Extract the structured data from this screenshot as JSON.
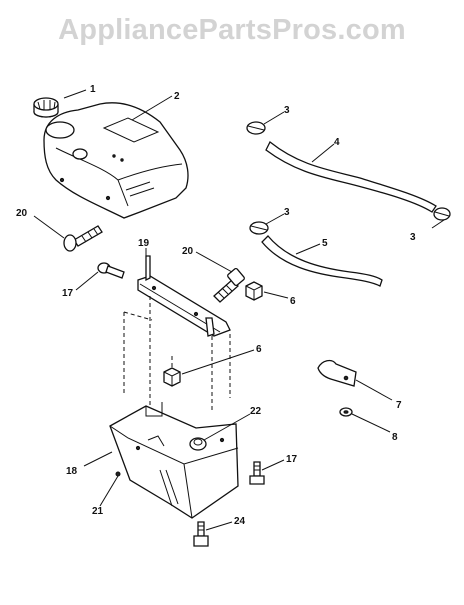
{
  "watermark": "AppliancePartsPros.com",
  "callouts": [
    {
      "id": "c1",
      "label": "1"
    },
    {
      "id": "c2",
      "label": "2"
    },
    {
      "id": "c3a",
      "label": "3"
    },
    {
      "id": "c4",
      "label": "4"
    },
    {
      "id": "c20a",
      "label": "20"
    },
    {
      "id": "c3b",
      "label": "3"
    },
    {
      "id": "c5",
      "label": "5"
    },
    {
      "id": "c3c",
      "label": "3"
    },
    {
      "id": "c19",
      "label": "19"
    },
    {
      "id": "c20b",
      "label": "20"
    },
    {
      "id": "c17a",
      "label": "17"
    },
    {
      "id": "c6a",
      "label": "6"
    },
    {
      "id": "c6b",
      "label": "6"
    },
    {
      "id": "c7",
      "label": "7"
    },
    {
      "id": "c22",
      "label": "22"
    },
    {
      "id": "c8",
      "label": "8"
    },
    {
      "id": "c17b",
      "label": "17"
    },
    {
      "id": "c18",
      "label": "18"
    },
    {
      "id": "c21",
      "label": "21"
    },
    {
      "id": "c24",
      "label": "24"
    }
  ]
}
